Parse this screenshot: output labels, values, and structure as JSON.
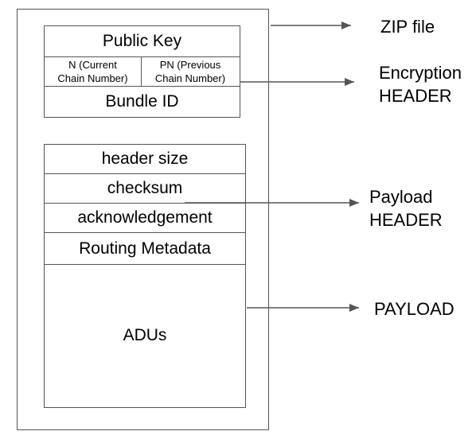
{
  "encryption_header": {
    "public_key": "Public Key",
    "n_label": "N (Current\nChain Number)",
    "pn_label": "PN (Previous\nChain Number)",
    "bundle_id": "Bundle ID"
  },
  "payload_header": {
    "header_size": "header size",
    "checksum": "checksum",
    "acknowledgement": "acknowledgement",
    "routing_metadata": "Routing Metadata"
  },
  "payload": {
    "adus": "ADUs"
  },
  "labels": {
    "zip_file": "ZIP file",
    "encryption_line1": "Encryption",
    "encryption_line2": "HEADER",
    "payload_header_line1": "Payload",
    "payload_header_line2": "HEADER",
    "payload": "PAYLOAD"
  },
  "colors": {
    "border": "#555555",
    "text": "#000000",
    "background": "#ffffff"
  }
}
